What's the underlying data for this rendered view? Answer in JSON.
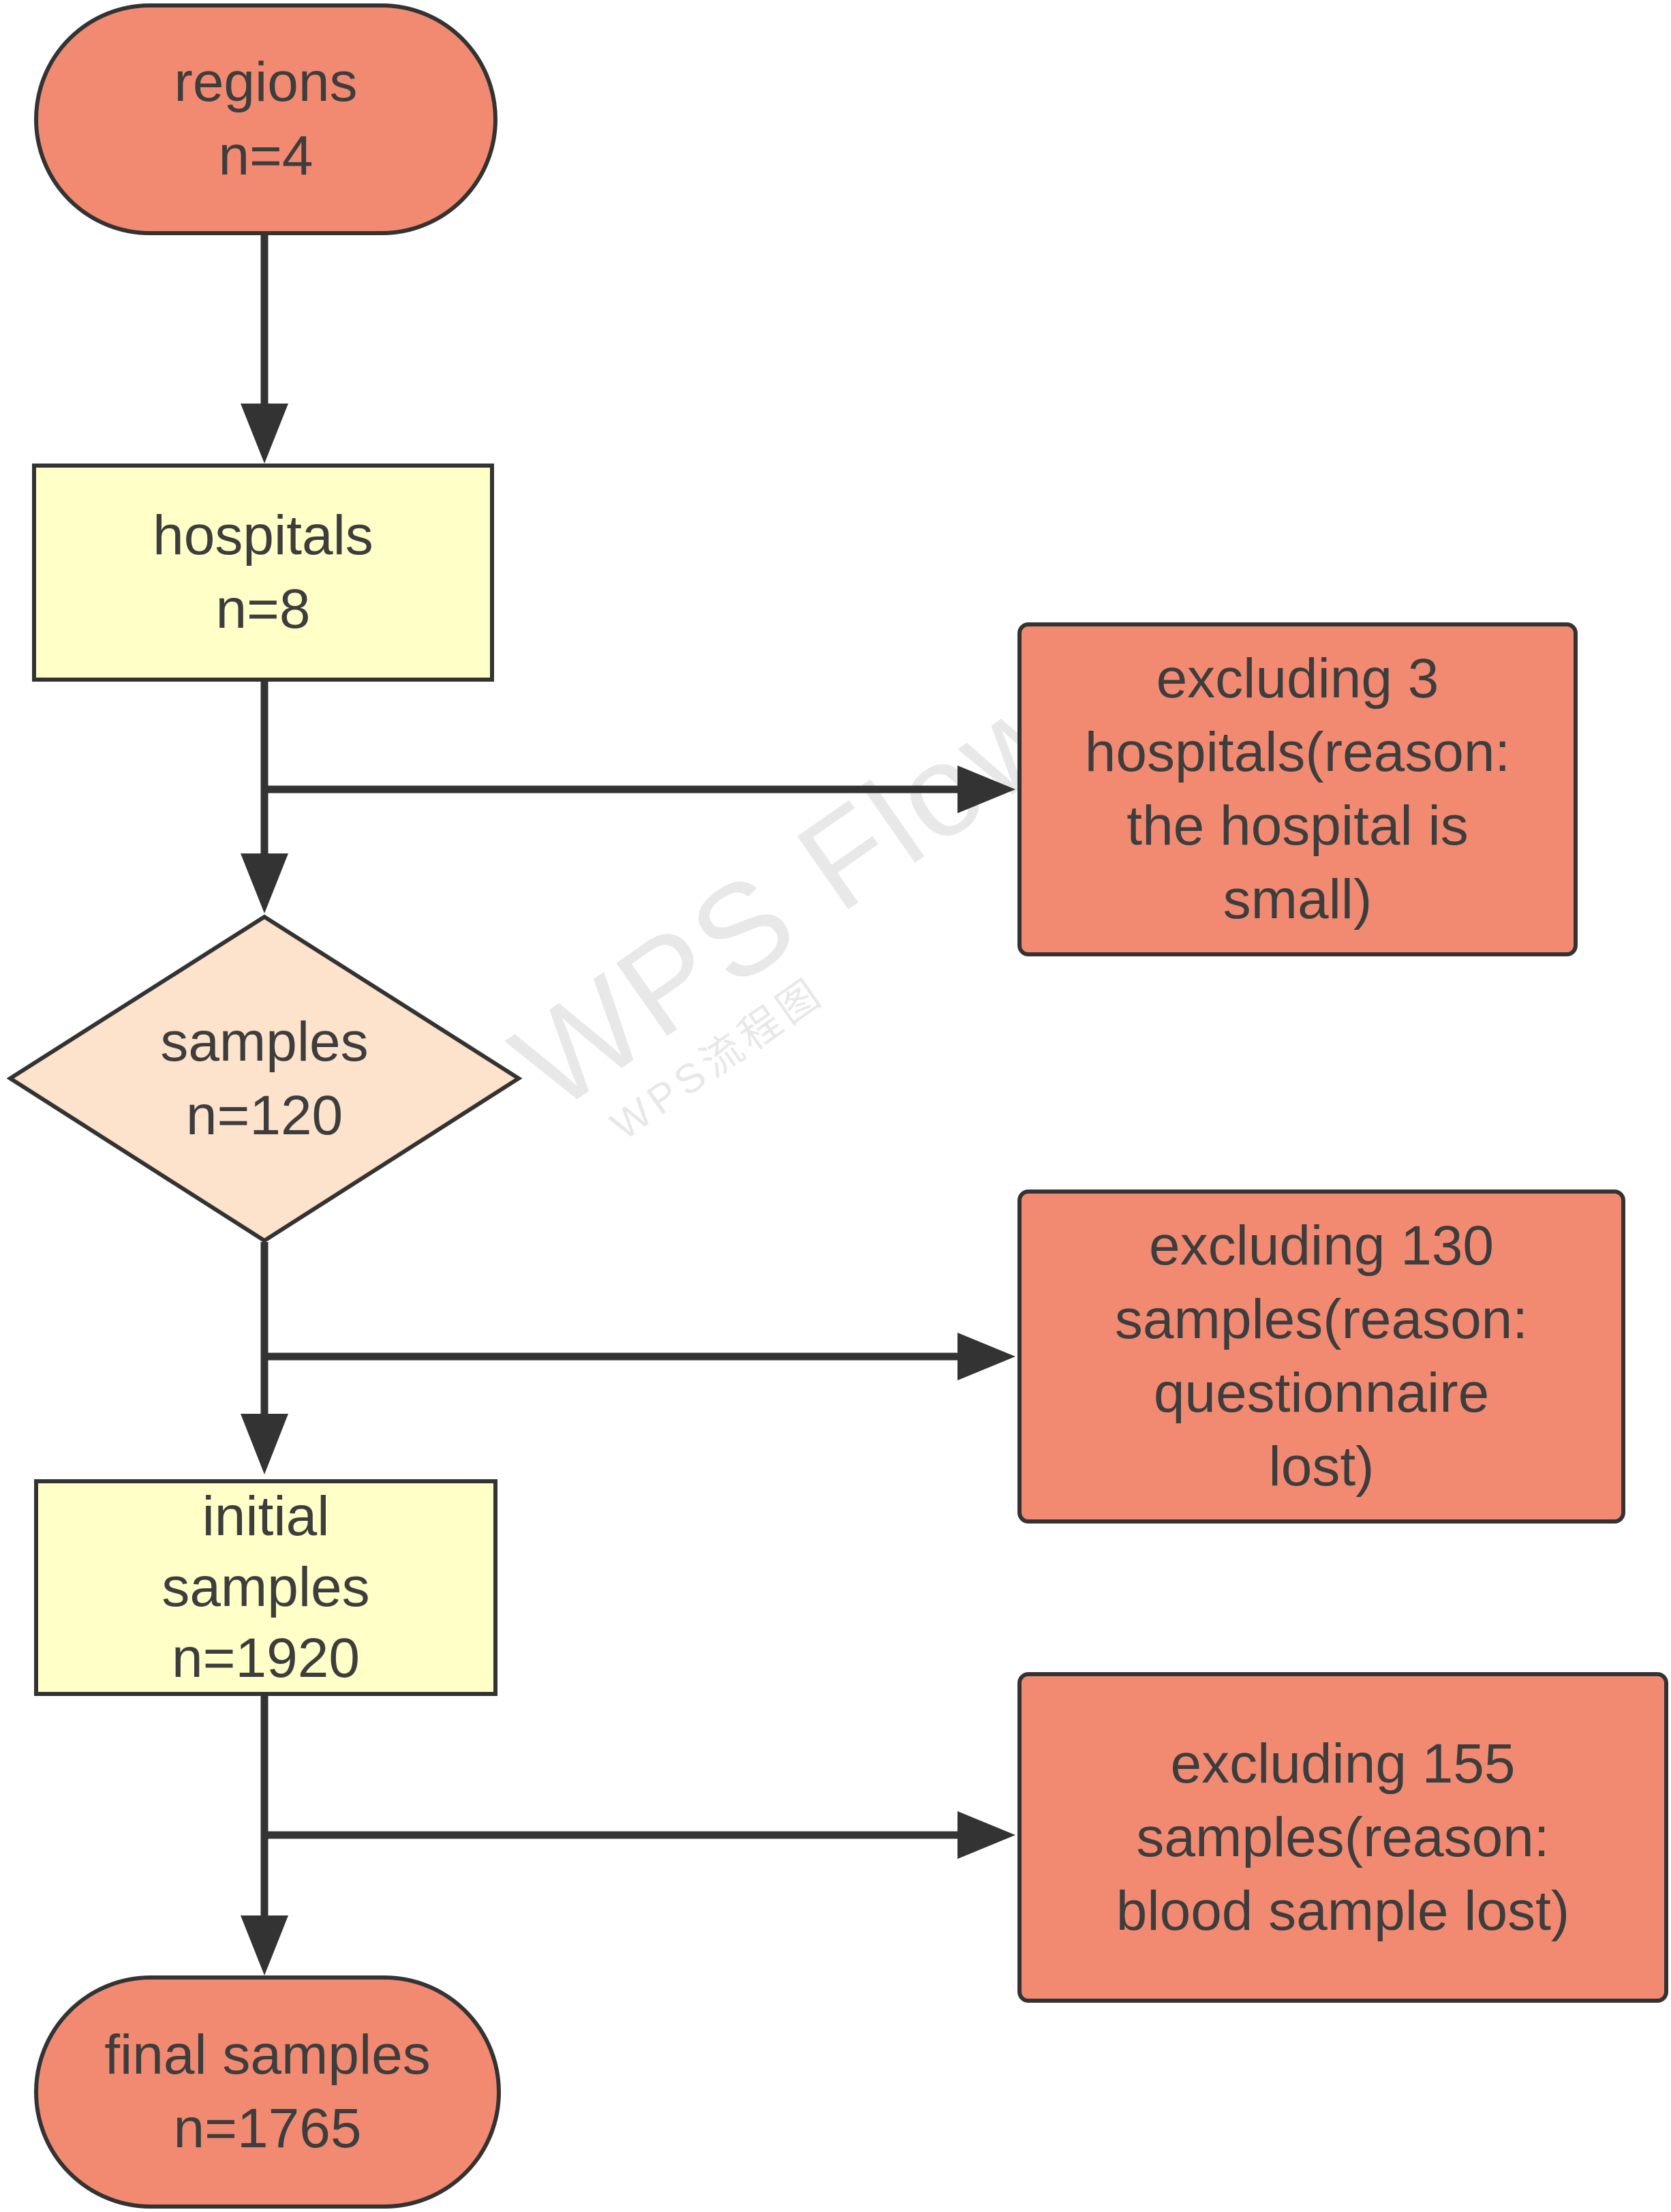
{
  "nodes": {
    "regions": {
      "title": "regions",
      "count": "n=4"
    },
    "hospitals": {
      "title": "hospitals",
      "count": "n=8"
    },
    "samples": {
      "title": "samples",
      "count": "n=120"
    },
    "initial_samples": {
      "line1": "initial",
      "line2": "samples",
      "count": "n=1920"
    },
    "final_samples": {
      "title": "final samples",
      "count": "n=1765"
    }
  },
  "exclusions": [
    {
      "lines": [
        "excluding 3",
        "hospitals(reason:",
        "the hospital is",
        "small)"
      ]
    },
    {
      "lines": [
        "excluding 130",
        "samples(reason:",
        "questionnaire",
        "lost)"
      ]
    },
    {
      "lines": [
        "excluding 155",
        "samples(reason:",
        "blood sample lost)"
      ]
    }
  ],
  "watermark": {
    "main": "WPS Flow",
    "sub": "WPS流程图"
  },
  "colors": {
    "terminal_fill": "#f28a72",
    "process_fill": "#ffffc8",
    "decision_fill": "#fde2cc",
    "stroke": "#333333"
  }
}
